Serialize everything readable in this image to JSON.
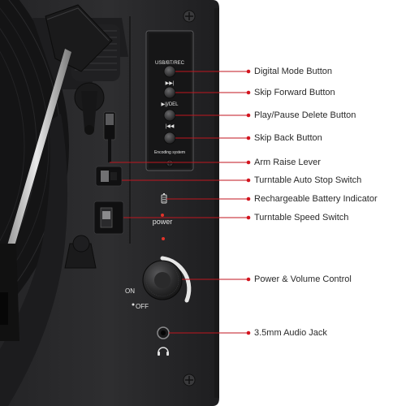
{
  "control_panel": {
    "buttons": [
      {
        "caption": "USB/BT/REC"
      },
      {
        "caption": "▶▶|"
      },
      {
        "caption": "▶||/DEL"
      },
      {
        "caption": "|◀◀"
      }
    ],
    "footer_caption": "Encoding system"
  },
  "indicators": {
    "power_label": "power",
    "on_label": "ON",
    "off_label": "OFF"
  },
  "callouts": [
    {
      "label": "Digital Mode Button"
    },
    {
      "label": "Skip Forward Button"
    },
    {
      "label": "Play/Pause Delete Button"
    },
    {
      "label": "Skip Back Button"
    },
    {
      "label": "Arm Raise Lever"
    },
    {
      "label": "Turntable Auto Stop Switch"
    },
    {
      "label": "Rechargeable Battery Indicator"
    },
    {
      "label": "Turntable Speed Switch"
    },
    {
      "label": "Power & Volume Control"
    },
    {
      "label": "3.5mm Audio Jack"
    }
  ],
  "colors": {
    "callout_line": "#c0161f",
    "callout_dot": "#d4141e",
    "led": "#e3342a",
    "body": "#2b2b2d",
    "panel": "#1a1a1b"
  }
}
